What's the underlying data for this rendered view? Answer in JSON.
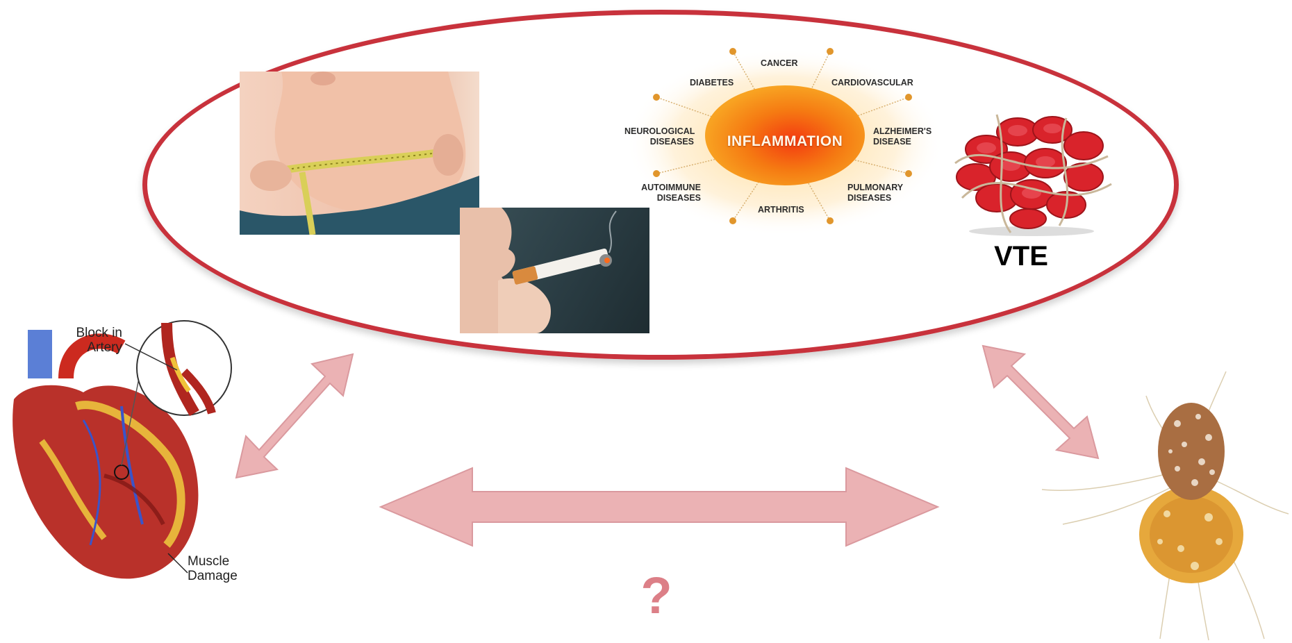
{
  "colors": {
    "ellipse_border": "#c8323c",
    "arrow_fill": "#eaaeb1",
    "arrow_stroke": "#d99499",
    "question_mark": "#dc7f87"
  },
  "inflammation": {
    "center": "INFLAMMATION",
    "labels": [
      {
        "id": "cancer",
        "text": "CANCER"
      },
      {
        "id": "diabetes",
        "text": "DIABETES"
      },
      {
        "id": "cardiovascular",
        "text": "CARDIOVASCULAR"
      },
      {
        "id": "neurological",
        "line1": "NEUROLOGICAL",
        "line2": "DISEASES"
      },
      {
        "id": "alzheimers",
        "line1": "ALZHEIMER'S",
        "line2": "DISEASE"
      },
      {
        "id": "autoimmune",
        "line1": "AUTOIMMUNE",
        "line2": "DISEASES"
      },
      {
        "id": "pulmonary",
        "line1": "PULMONARY",
        "line2": "DISEASES"
      },
      {
        "id": "arthritis",
        "text": "ARTHRITIS"
      }
    ]
  },
  "vte": {
    "label": "VTE"
  },
  "heart": {
    "block_label_line1": "Block in",
    "block_label_line2": "Artery",
    "damage_label_line1": "Muscle",
    "damage_label_line2": "Damage"
  },
  "question_mark": "?",
  "icons": {
    "obesity": "obesity-photo",
    "smoking": "smoking-photo",
    "blood_clot": "blood-clot-icon",
    "heart": "heart-attack-icon",
    "cancer_cell": "cancer-cell-icon"
  }
}
